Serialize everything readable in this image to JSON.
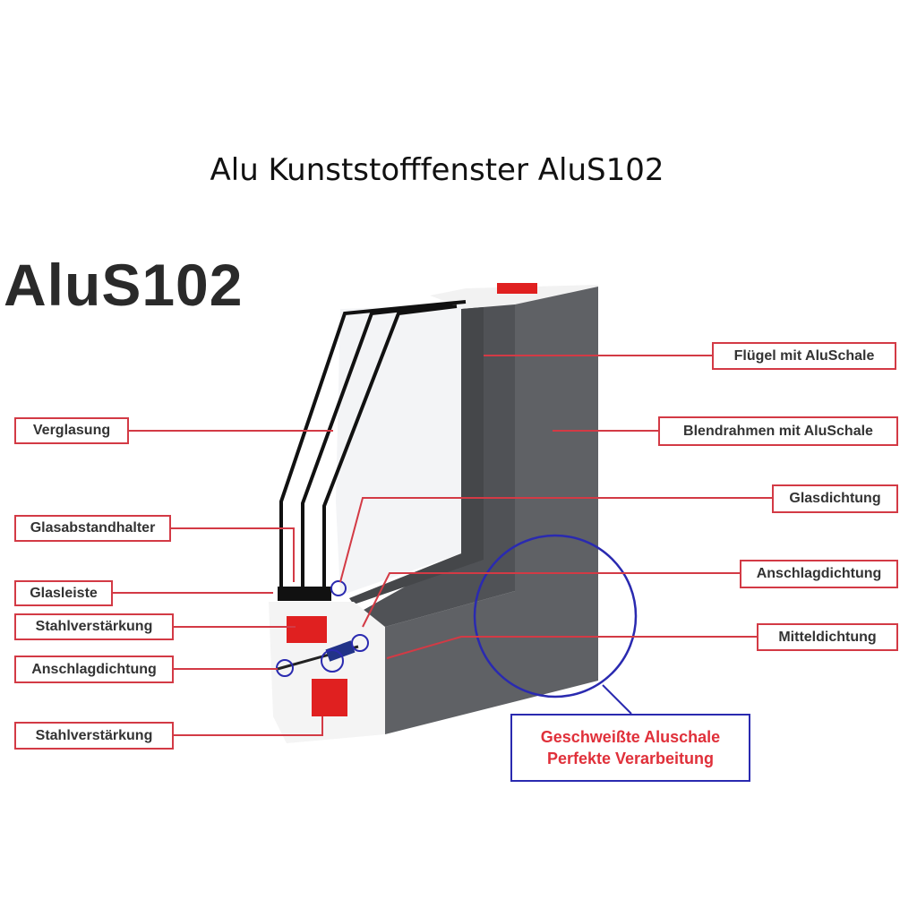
{
  "title": "Alu Kunststofffenster AluS102",
  "brand": "AluS102",
  "labels_left": [
    {
      "id": "verglasung",
      "text": "Verglasung"
    },
    {
      "id": "glasabstandhalter",
      "text": "Glasabstandhalter"
    },
    {
      "id": "glasleiste",
      "text": "Glasleiste"
    },
    {
      "id": "stahlverstaerkung-1",
      "text": "Stahlverstärkung"
    },
    {
      "id": "anschlagdichtung-left",
      "text": "Anschlagdichtung"
    },
    {
      "id": "stahlverstaerkung-2",
      "text": "Stahlverstärkung"
    }
  ],
  "labels_right": [
    {
      "id": "fluegel",
      "text": "Flügel mit AluSchale"
    },
    {
      "id": "blendrahmen",
      "text": "Blendrahmen mit AluSchale"
    },
    {
      "id": "glasdichtung",
      "text": "Glasdichtung"
    },
    {
      "id": "anschlagdichtung-right",
      "text": "Anschlagdichtung"
    },
    {
      "id": "mitteldichtung",
      "text": "Mitteldichtung"
    }
  ],
  "callout": {
    "line1": "Geschweißte Aluschale",
    "line2": "Perfekte Verarbeitung"
  },
  "colors": {
    "leader": "#d33a45",
    "callout": "#2a2ab0",
    "frame": "#5a5c60",
    "steel": "#e02020"
  }
}
